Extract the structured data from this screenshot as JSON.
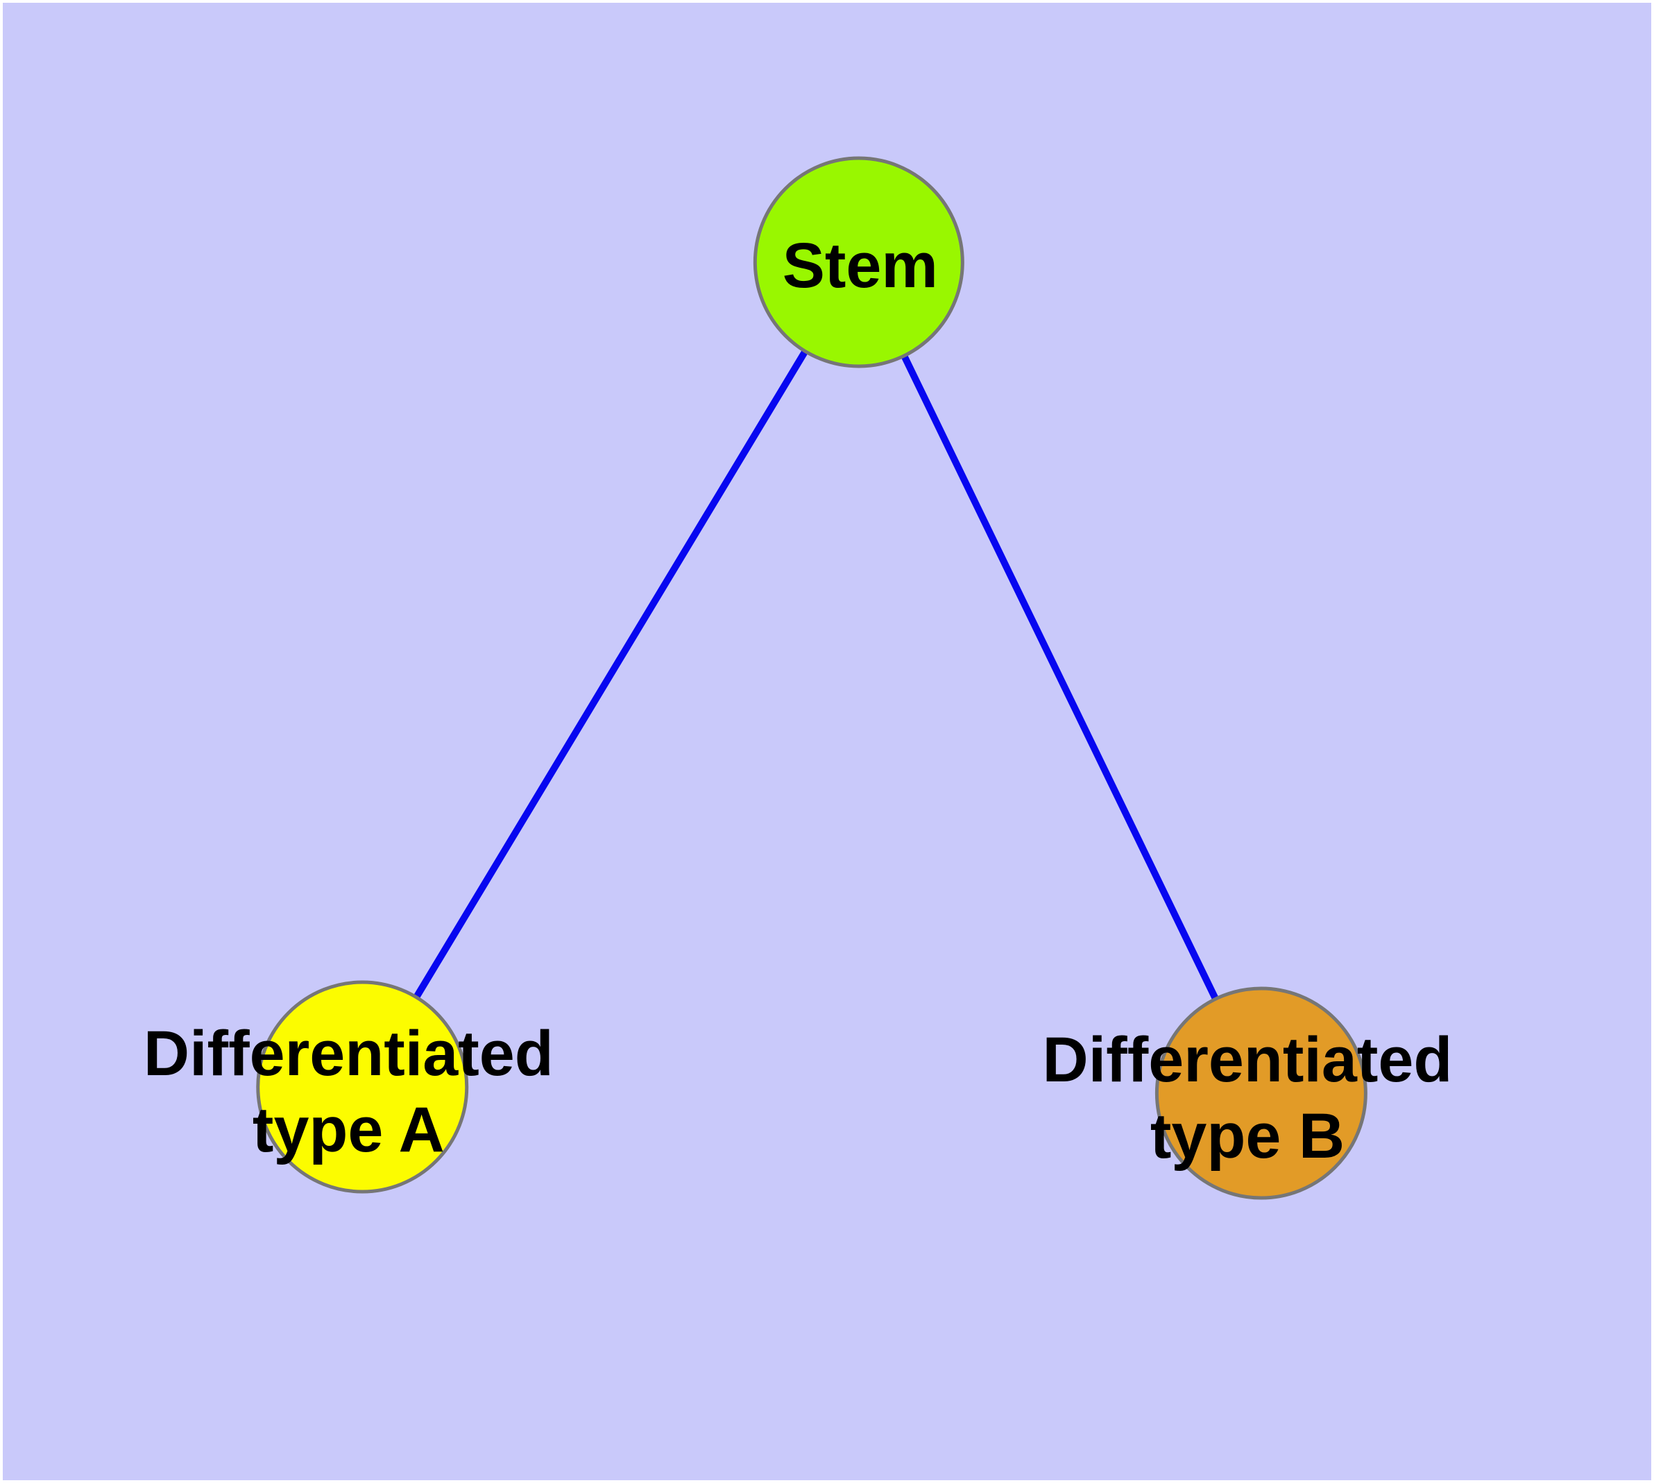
{
  "diagram": {
    "background_color": "#C9C9FA",
    "frame_color": "#FFFFFF",
    "edge_color": "#0707F0",
    "node_border_color": "#767676",
    "label_color": "#000000",
    "nodes": [
      {
        "id": "stem",
        "label": "Stem",
        "fill_color": "#99F700"
      },
      {
        "id": "differentiated-type-a",
        "label_line1": "Differentiated",
        "label_line2": "type A",
        "fill_color": "#FCFC00"
      },
      {
        "id": "differentiated-type-b",
        "label_line1": "Differentiated",
        "label_line2": "type B",
        "fill_color": "#E29B27"
      }
    ],
    "edges": [
      {
        "from": "Stem",
        "to": "Differentiated type A"
      },
      {
        "from": "Stem",
        "to": "Differentiated type B"
      }
    ]
  }
}
